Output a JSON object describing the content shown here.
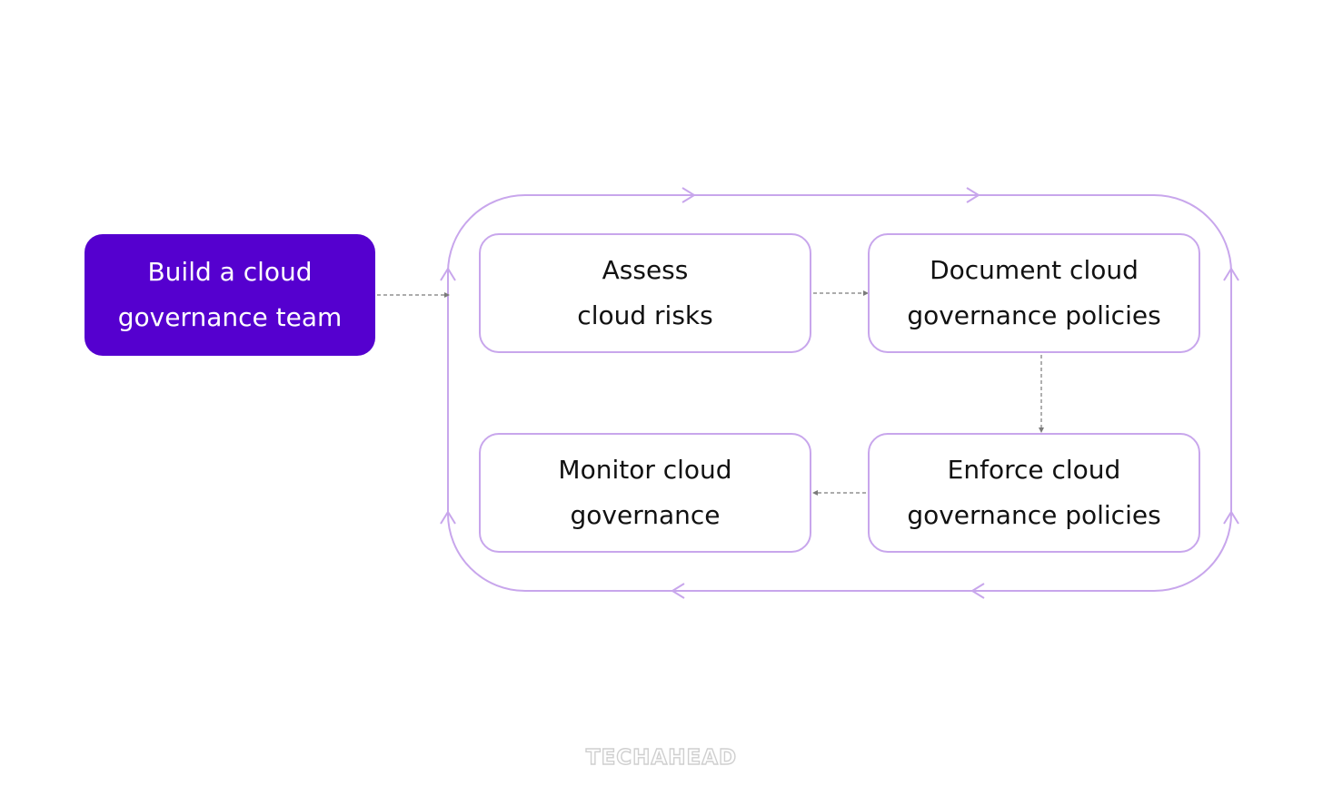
{
  "nodes": {
    "build_team": {
      "line1": "Build a cloud",
      "line2": "governance team"
    },
    "assess": {
      "line1": "Assess",
      "line2": "cloud risks"
    },
    "document": {
      "line1": "Document cloud",
      "line2": "governance policies"
    },
    "enforce": {
      "line1": "Enforce cloud",
      "line2": "governance policies"
    },
    "monitor": {
      "line1": "Monitor cloud",
      "line2": "governance"
    }
  },
  "brand": {
    "text": "TECHAHEAD"
  },
  "colors": {
    "primary_fill": "#5500cf",
    "loop_stroke": "#c8a6ec",
    "connector": "#7a7a7a"
  }
}
